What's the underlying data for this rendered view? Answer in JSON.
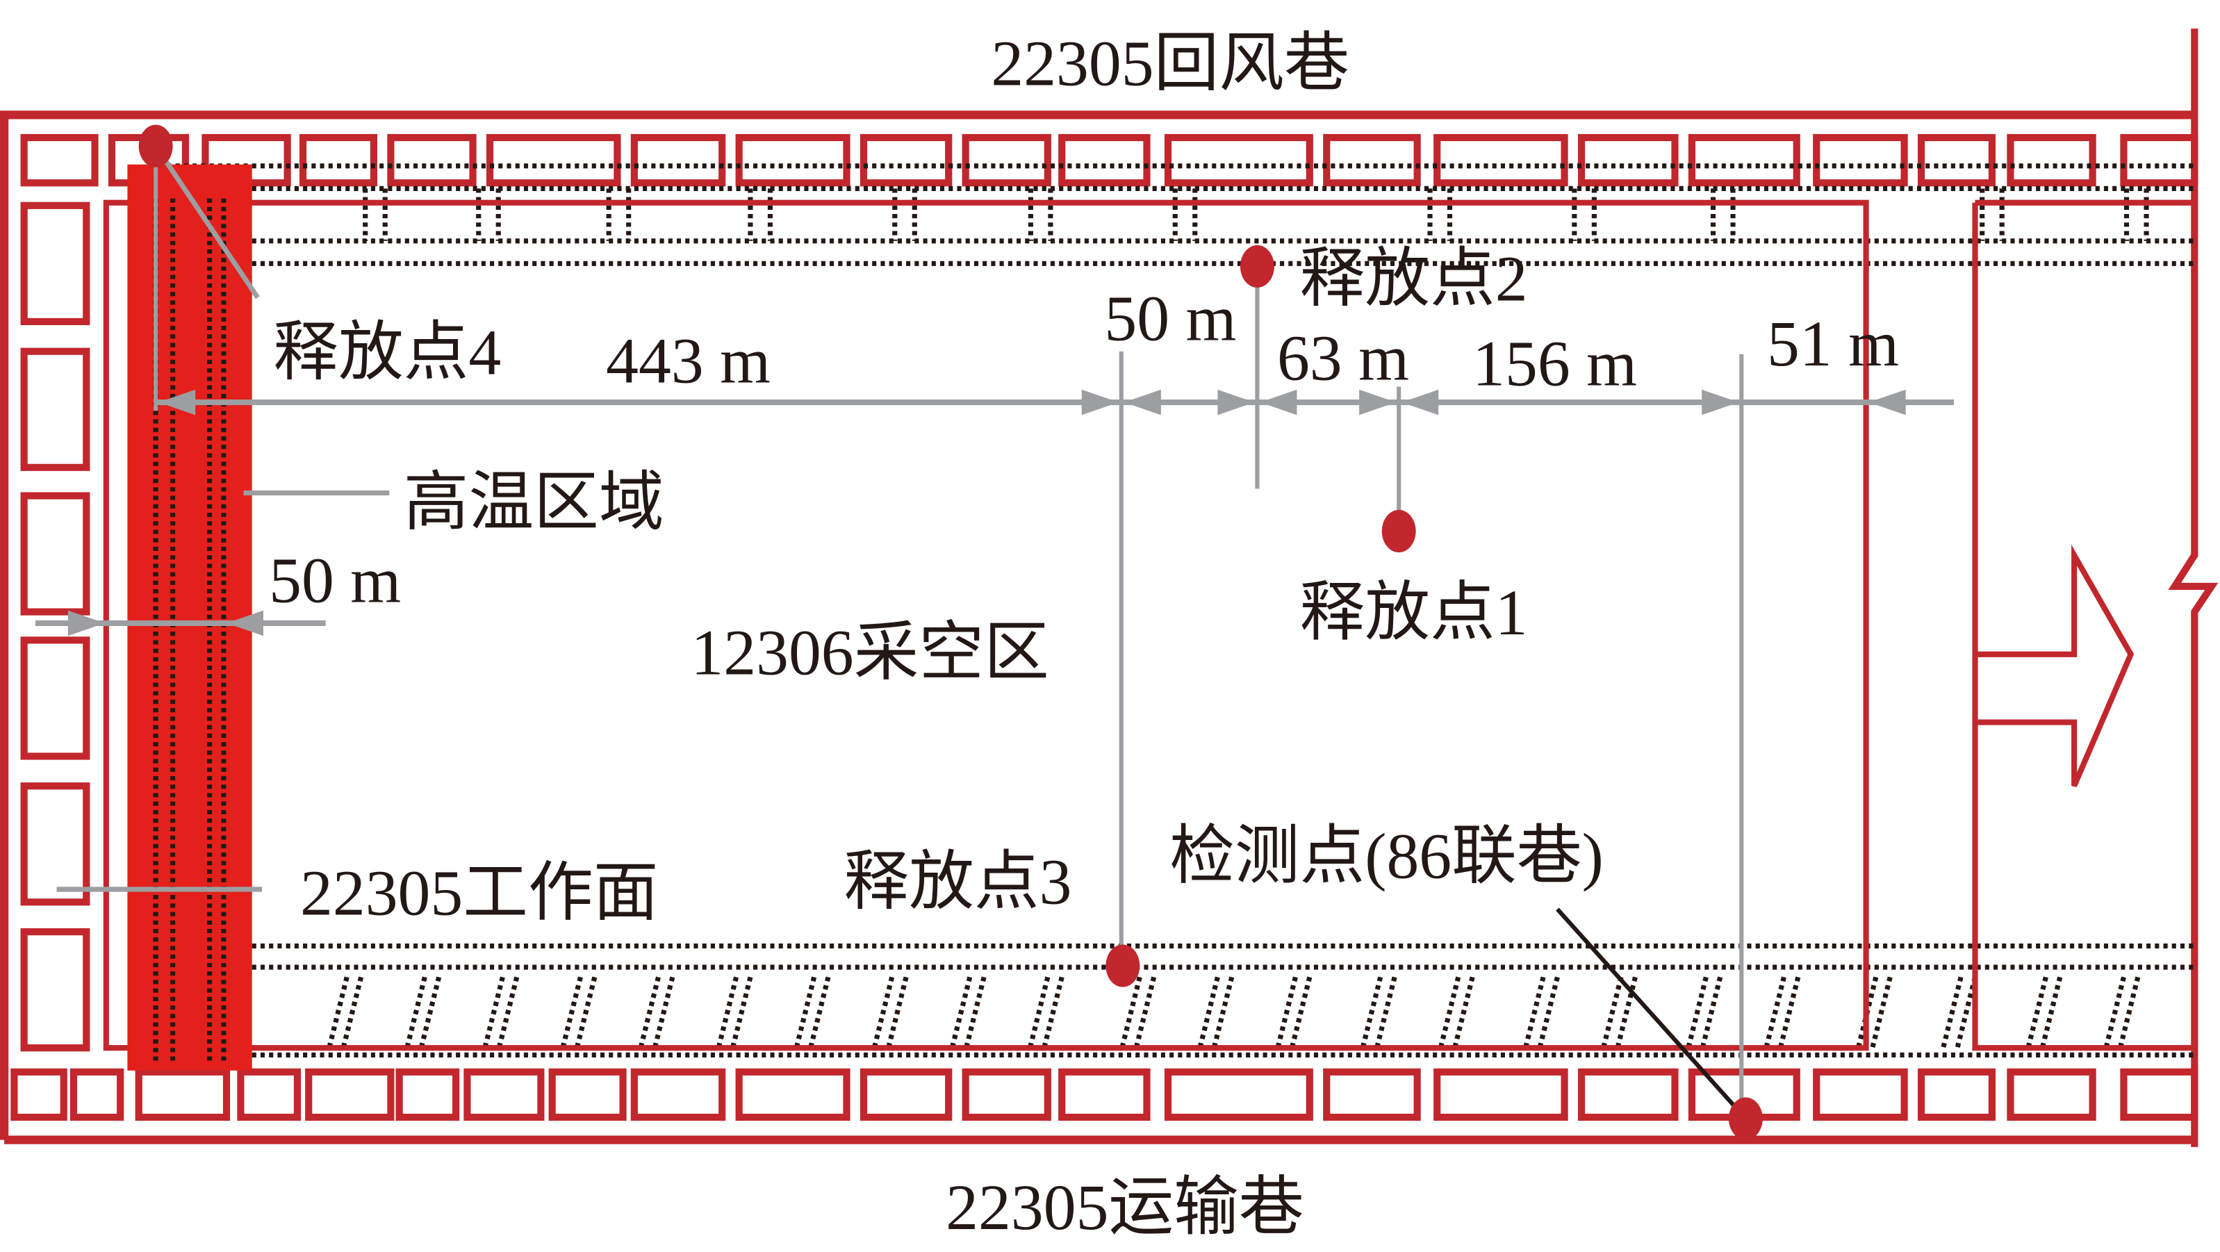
{
  "labels": {
    "return_airway": "22305回风巷",
    "haulage_roadway": "22305运输巷",
    "working_face": "22305工作面",
    "high_temp_zone": "高温区域",
    "goaf": "12306采空区",
    "release_point_1": "释放点1",
    "release_point_2": "释放点2",
    "release_point_3": "释放点3",
    "release_point_4": "释放点4",
    "detection_point": "检测点(86联巷)"
  },
  "dimensions": {
    "d_443": "443 m",
    "d_50_top": "50 m",
    "d_63": "63 m",
    "d_156": "156 m",
    "d_51": "51 m",
    "d_50_zone": "50 m"
  },
  "colors": {
    "roadway_red": "#c1272d",
    "high_temp_red": "#e3201b",
    "point_red": "#c1272d",
    "dimension_gray": "#9d9ea1",
    "text": "#231815"
  }
}
